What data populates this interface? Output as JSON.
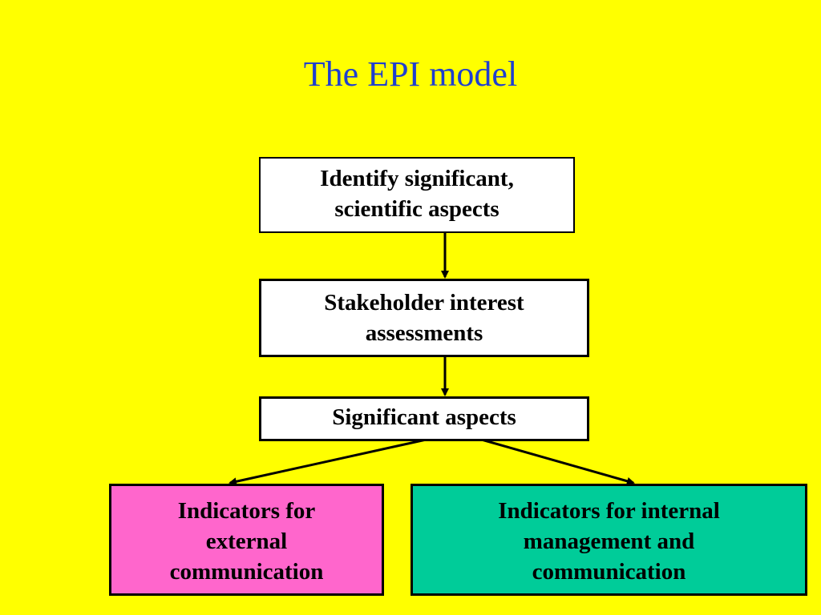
{
  "slide": {
    "title": "The EPI model",
    "background_color": "#FFFF00",
    "title_color": "#1F3FCF"
  },
  "diagram": {
    "nodes": {
      "identify": {
        "label": "Identify significant, scientific aspects",
        "fill": "#FFFFFF"
      },
      "stakeholder": {
        "label": "Stakeholder interest assessments",
        "fill": "#FFFFFF"
      },
      "significant": {
        "label": "Significant aspects",
        "fill": "#FFFFFF"
      },
      "external": {
        "label": "Indicators for external communication",
        "fill": "#FF66CC"
      },
      "internal": {
        "label": "Indicators for internal management and communication",
        "fill": "#00CC99"
      }
    },
    "edges": [
      {
        "from": "identify",
        "to": "stakeholder"
      },
      {
        "from": "stakeholder",
        "to": "significant"
      },
      {
        "from": "significant",
        "to": "external"
      },
      {
        "from": "significant",
        "to": "internal"
      }
    ]
  }
}
